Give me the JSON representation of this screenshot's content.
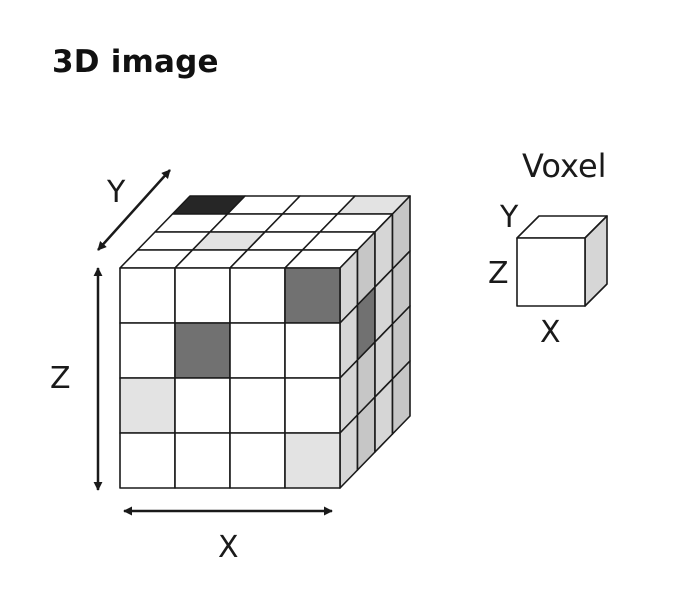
{
  "title": "3D image",
  "cube": {
    "axes": {
      "x": "X",
      "y": "Y",
      "z": "Z"
    },
    "colors": {
      "empty": "#ffffff",
      "light": "#e3e3e3",
      "dark": "#717171",
      "black": "#262626",
      "right_face": "#d6d6d6",
      "right_face_light": "#c6c6c6",
      "edge": "#1a1a1a"
    },
    "front_faces": [
      [
        "empty",
        "empty",
        "empty",
        "dark"
      ],
      [
        "empty",
        "dark",
        "empty",
        "empty"
      ],
      [
        "light",
        "empty",
        "empty",
        "empty"
      ],
      [
        "empty",
        "empty",
        "empty",
        "light"
      ]
    ],
    "top_faces": [
      [
        "black",
        "empty",
        "empty",
        "light"
      ],
      [
        "empty",
        "empty",
        "empty",
        "empty"
      ],
      [
        "empty",
        "light",
        "empty",
        "empty"
      ],
      [
        "empty",
        "empty",
        "empty",
        "empty"
      ]
    ],
    "right_faces": [
      [
        "empty",
        "empty",
        "empty",
        "empty"
      ],
      [
        "empty",
        "dark",
        "empty",
        "empty"
      ],
      [
        "empty",
        "empty",
        "empty",
        "empty"
      ],
      [
        "empty",
        "empty",
        "empty",
        "empty"
      ]
    ]
  },
  "voxel": {
    "title": "Voxel",
    "axes": {
      "x": "X",
      "y": "Y",
      "z": "Z"
    }
  }
}
